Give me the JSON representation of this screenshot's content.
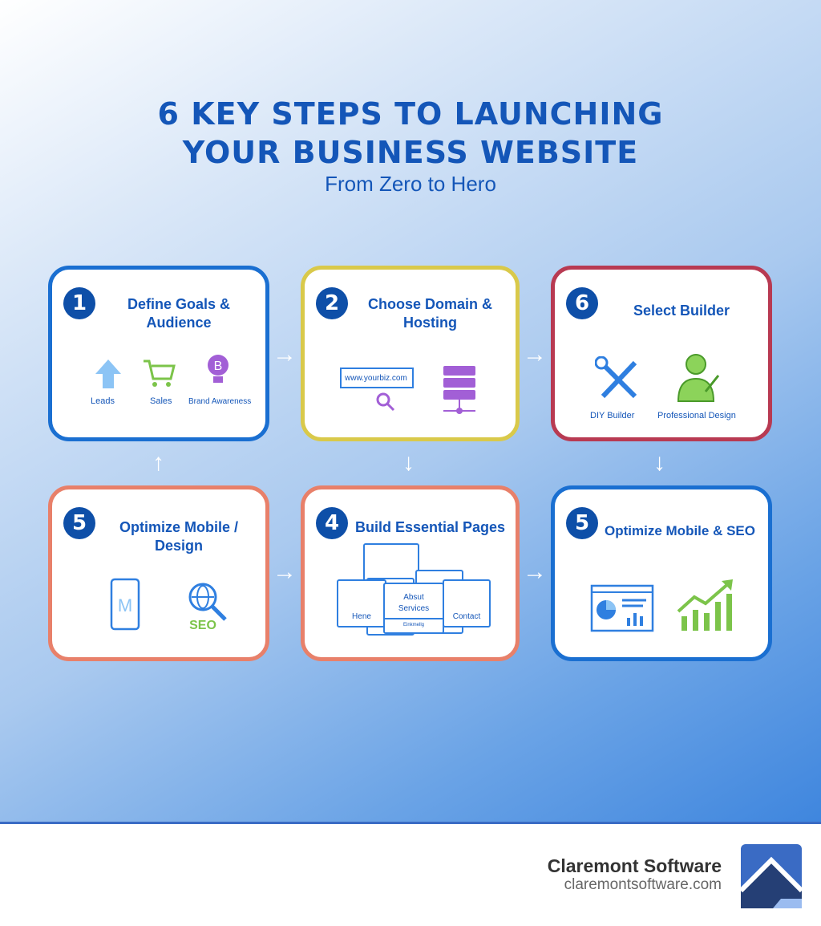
{
  "title_line1": "6 KEY STEPS TO LAUNCHING",
  "title_line2": "YOUR BUSINESS WEBSITE",
  "subtitle": "From Zero to Hero",
  "steps": [
    {
      "number": "1",
      "title": "Define Goals & Audience",
      "color": "#1a6fd1",
      "labels": [
        "Leads",
        "Sales",
        "Brand Awareness"
      ]
    },
    {
      "number": "2",
      "title": "Choose Domain & Hosting",
      "color": "#d9c94a",
      "domain": "www.yourbiz.com"
    },
    {
      "number": "6",
      "title": "Select Builder",
      "color": "#b83a52",
      "labels": [
        "DIY Builder",
        "Professional Design"
      ]
    },
    {
      "number": "5",
      "title": "Optimize Mobile / Design",
      "color": "#e8806a",
      "icon_text": [
        "M",
        "SEO"
      ]
    },
    {
      "number": "4",
      "title": "Build Essential Pages",
      "color": "#e8806a",
      "pages": [
        "Hene",
        "Absut",
        "Services",
        "Contact",
        "Einkmellg"
      ]
    },
    {
      "number": "5",
      "title": "Optimize Mobile & SEO",
      "color": "#1a6fd1"
    }
  ],
  "footer": {
    "brand": "Claremont Software",
    "url": "claremontsoftware.com"
  }
}
